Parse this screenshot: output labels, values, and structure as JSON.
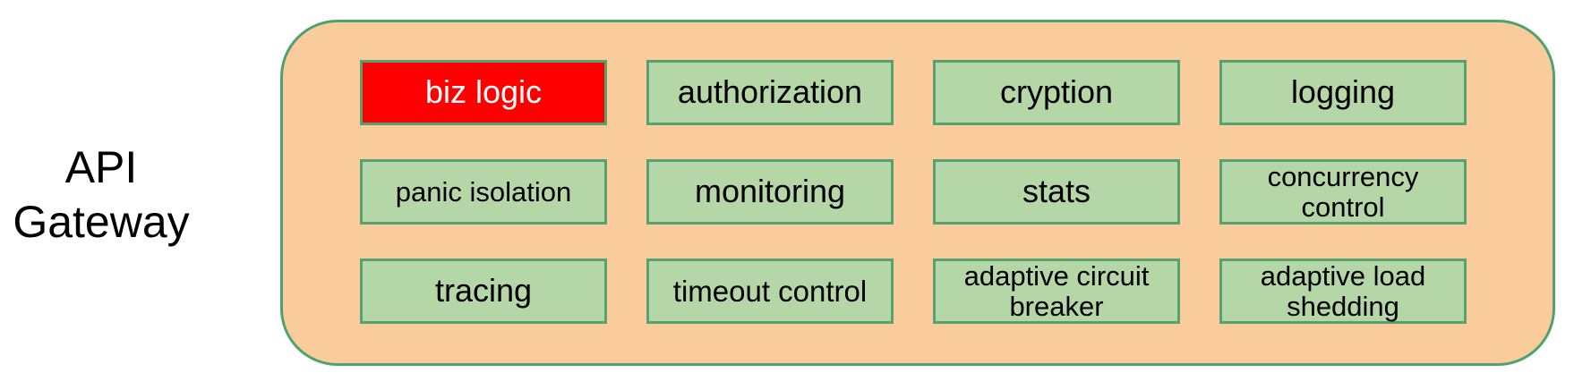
{
  "title": "API\nGateway",
  "boxes": [
    {
      "label": "biz logic"
    },
    {
      "label": "authorization"
    },
    {
      "label": "cryption"
    },
    {
      "label": "logging"
    },
    {
      "label": "panic isolation"
    },
    {
      "label": "monitoring"
    },
    {
      "label": "stats"
    },
    {
      "label": "concurrency\ncontrol"
    },
    {
      "label": "tracing"
    },
    {
      "label": "timeout control"
    },
    {
      "label": "adaptive circuit\nbreaker"
    },
    {
      "label": "adaptive load\nshedding"
    }
  ],
  "colors": {
    "container_fill": "#FACC9C",
    "container_border": "#4DA26D",
    "box_fill": "#B5D6A6",
    "box_border": "#55A170",
    "highlight_fill": "#FF0000",
    "highlight_text": "#FFFFFF",
    "text": "#000000",
    "background": "#FFFFFF"
  }
}
